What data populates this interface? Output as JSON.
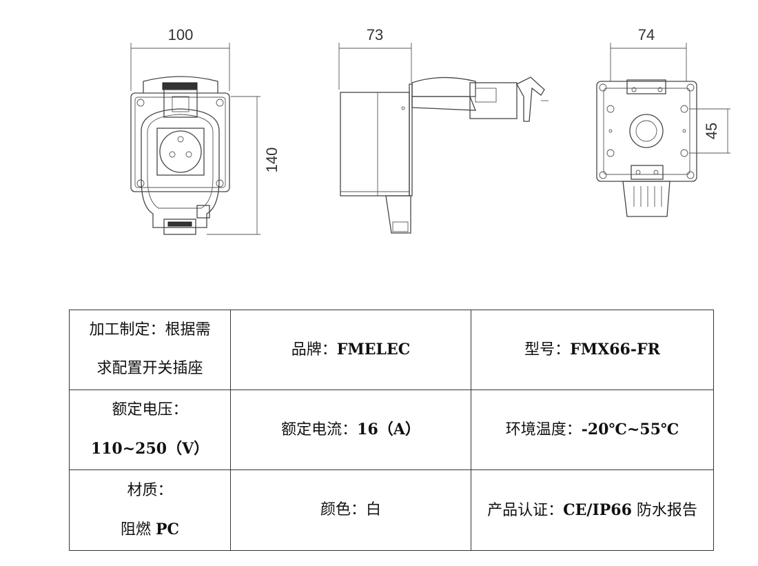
{
  "dimensions": {
    "front_width": "100",
    "front_height": "140",
    "side_depth": "73",
    "back_width": "74",
    "back_spacing": "45"
  },
  "specs": [
    [
      {
        "label": "加工制定：根据需",
        "value": "",
        "line2_label": "求配置开关插座",
        "line2_value": ""
      },
      {
        "label": "品牌：",
        "value": "FMELEC"
      },
      {
        "label": "型号：",
        "value": "FMX66-FR"
      }
    ],
    [
      {
        "label": "额定电压：",
        "value": "",
        "line2_label": "",
        "line2_value": "110~250（V）"
      },
      {
        "label": "额定电流：",
        "value": "16（A）"
      },
      {
        "label": "环境温度：",
        "value": "-20℃~55℃"
      }
    ],
    [
      {
        "label": "材质：",
        "value": "",
        "line2_label": "阻燃 ",
        "line2_value": "PC"
      },
      {
        "label": "颜色：",
        "value": "白"
      },
      {
        "label": "产品认证：",
        "value": "CE/IP66",
        "suffix": " 防水报告"
      }
    ]
  ]
}
